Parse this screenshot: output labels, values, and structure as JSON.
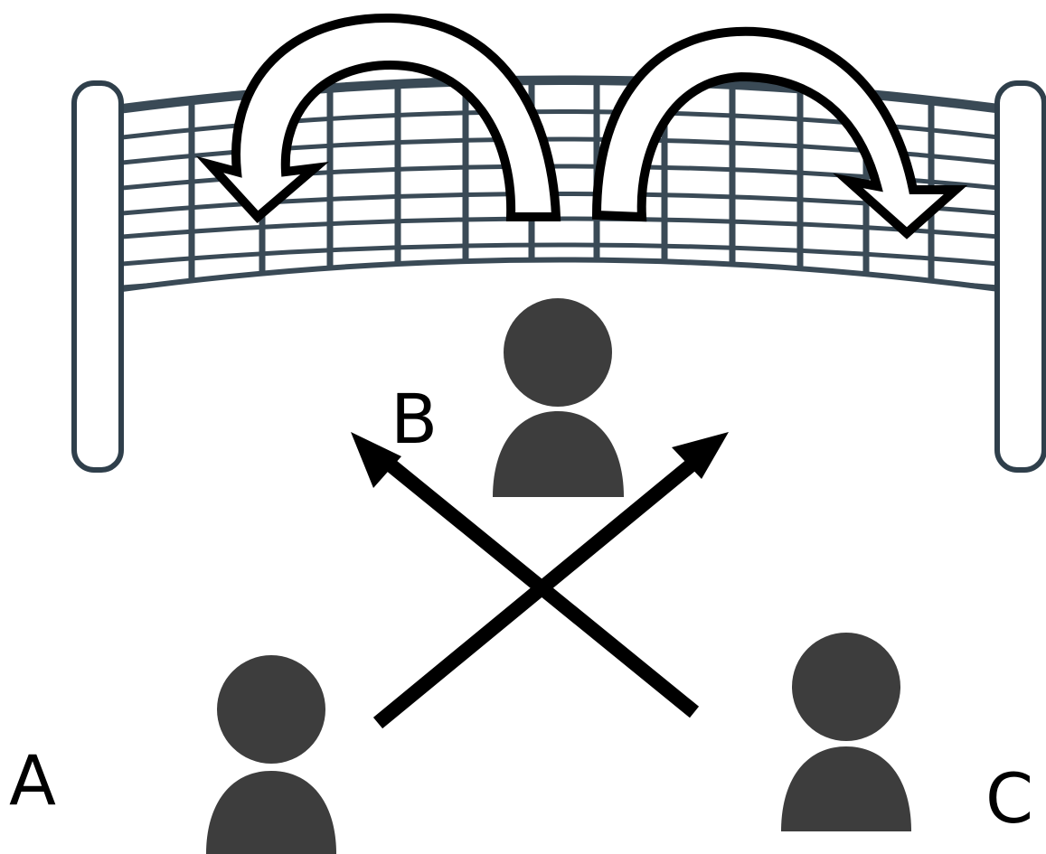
{
  "labels": {
    "player_a": "A",
    "player_b": "B",
    "player_c": "C"
  },
  "colors": {
    "background": "#ffffff",
    "ink": "#000000",
    "net_mesh": "#3a4a56",
    "net_fill": "#ffffff",
    "pole_stroke": "#2f3f4b",
    "person": "#3d3d3d"
  },
  "icons": {
    "players": "person-icon",
    "net": "volleyball-net",
    "pass_arrows": "straight-arrow",
    "over_net_arrows": "curved-hollow-arrow"
  }
}
